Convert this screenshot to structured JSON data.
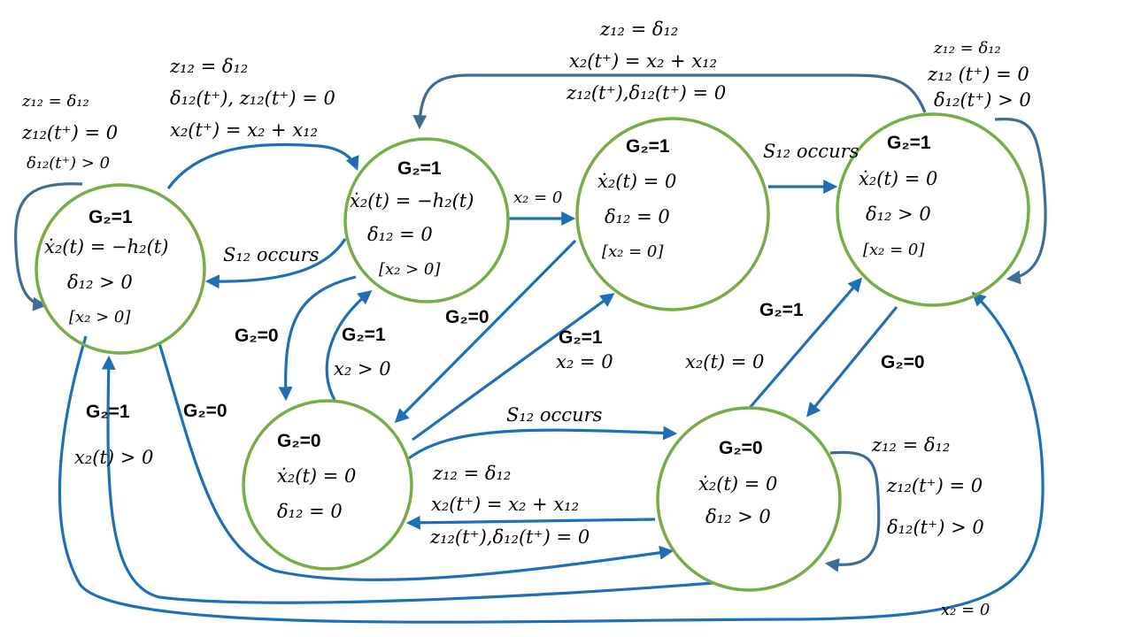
{
  "states": {
    "left": {
      "g_label": "G₂=1",
      "line1": "ẋ₂(t) = −h₂(t)",
      "line2": "δ₁₂ > 0",
      "line3": "[x₂ > 0]"
    },
    "top_mid": {
      "g_label": "G₂=1",
      "line1": "ẋ₂(t) = −h₂(t)",
      "line2": "δ₁₂ = 0",
      "line3": "[x₂ > 0]"
    },
    "top_center": {
      "g_label": "G₂=1",
      "line1": "ẋ₂(t) = 0",
      "line2": "δ₁₂ = 0",
      "line3": "[x₂ = 0]"
    },
    "top_right": {
      "g_label": "G₂=1",
      "line1": "ẋ₂(t) = 0",
      "line2": "δ₁₂ > 0",
      "line3": "[x₂ = 0]"
    },
    "bottom_left": {
      "g_label": "G₂=0",
      "line1": "ẋ₂(t) = 0",
      "line2": "δ₁₂ = 0"
    },
    "bottom_right": {
      "g_label": "G₂=0",
      "line1": "ẋ₂(t) = 0",
      "line2": "δ₁₂ > 0"
    }
  },
  "transitions": {
    "left_self": [
      "z₁₂ = δ₁₂",
      "z₁₂(t⁺) = 0",
      "δ₁₂(t⁺) > 0"
    ],
    "left_to_topmid": [
      "z₁₂ = δ₁₂",
      "δ₁₂(t⁺),  z₁₂(t⁺) = 0",
      "x₂(t⁺) = x₂ + x₁₂"
    ],
    "topright_to_topmid": [
      "z₁₂ = δ₁₂",
      "x₂(t⁺) = x₂ + x₁₂",
      "z₁₂(t⁺),δ₁₂(t⁺) = 0"
    ],
    "topright_self": [
      "z₁₂ = δ₁₂",
      "z₁₂ (t⁺) = 0",
      "δ₁₂(t⁺) > 0"
    ],
    "topcenter_to_topright": "S₁₂ occurs",
    "topmid_to_topcenter": "x₂ = 0",
    "topmid_to_left": "S₁₂ occurs",
    "topmid_to_bottomleft": "G₂=0",
    "bottomleft_to_topmid": [
      "G₂=1",
      "x₂ > 0"
    ],
    "topcenter_to_bottomleft": "G₂=0",
    "bottomleft_to_topcenter": [
      "G₂=1",
      "x₂ = 0"
    ],
    "bottomright_to_topright": [
      "G₂=1",
      "x₂(t) = 0"
    ],
    "topright_to_bottomright": "G₂=0",
    "bottomleft_to_bottomright": "S₁₂ occurs",
    "bottomright_to_bottomleft": [
      "z₁₂ = δ₁₂",
      "x₂(t⁺) = x₂ + x₁₂",
      "z₁₂(t⁺),δ₁₂(t⁺) = 0"
    ],
    "bottomright_self": [
      "z₁₂ = δ₁₂",
      "z₁₂(t⁺) = 0",
      "δ₁₂(t⁺) > 0"
    ],
    "bottomright_to_left": [
      "G₂=1",
      "x₂(t) > 0"
    ],
    "left_to_bottomright": "G₂=0",
    "left_to_topright": "x₂ = 0"
  }
}
